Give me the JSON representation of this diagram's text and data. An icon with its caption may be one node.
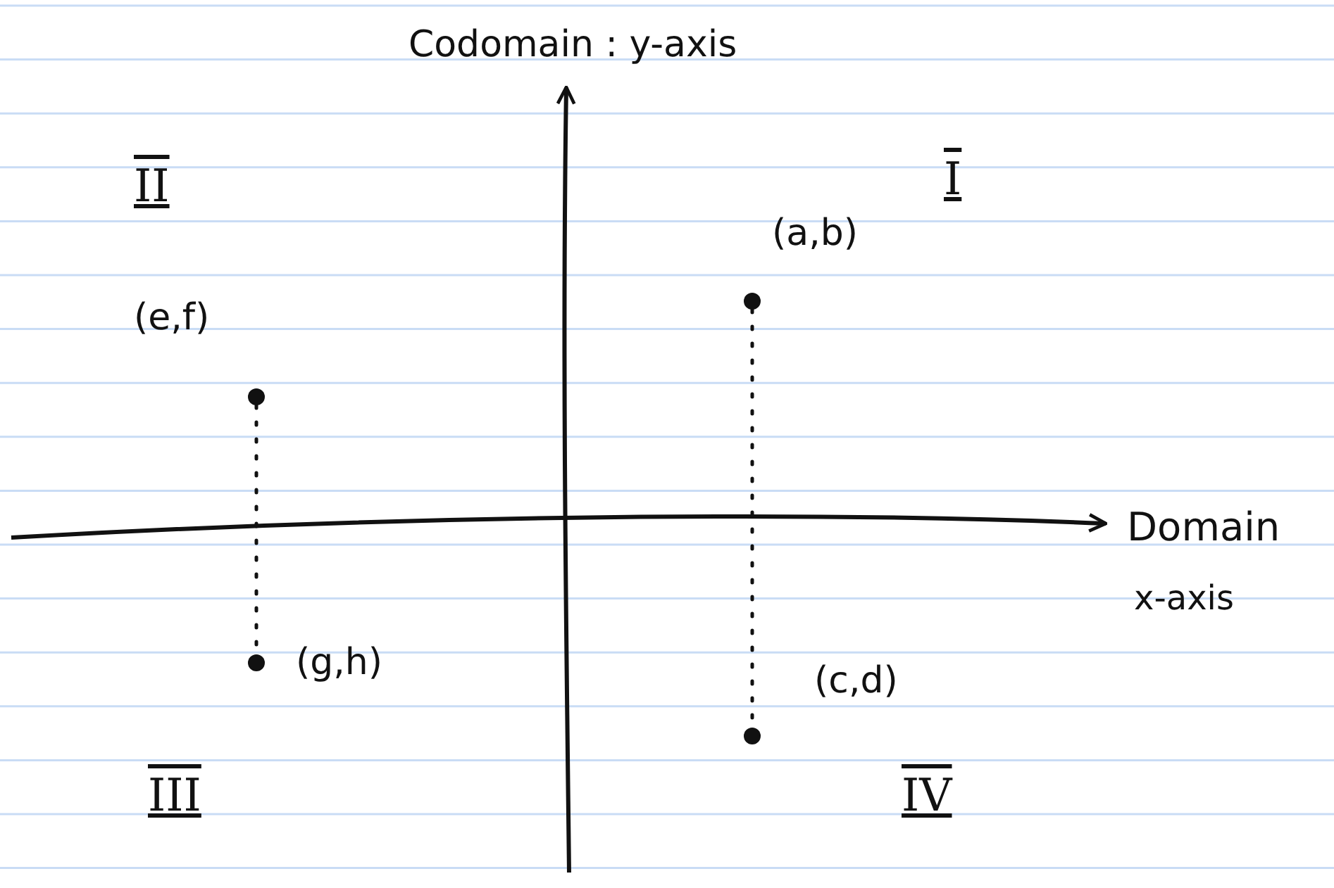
{
  "diagram": {
    "nodes": [
      {
        "text": [],
        "shape": "circle",
        "beside": [
          "(e,f)"
        ]
      },
      {
        "text": [],
        "shape": "circle",
        "beside": [
          "(g,h)"
        ]
      },
      {
        "text": [],
        "shape": "circle",
        "beside": [
          "(a,b)"
        ]
      },
      {
        "text": [],
        "shape": "circle",
        "beside": [
          "(c,d)"
        ]
      }
    ],
    "edges": [
      {
        "from": 0,
        "to": 1,
        "arrow": "none",
        "style": "dashed"
      },
      {
        "from": 2,
        "to": 3,
        "arrow": "none",
        "style": "dashed"
      }
    ],
    "labels": [
      "Codomain : y-axis",
      "II",
      "I",
      "Domain",
      "x-axis",
      "III",
      "IV"
    ]
  }
}
